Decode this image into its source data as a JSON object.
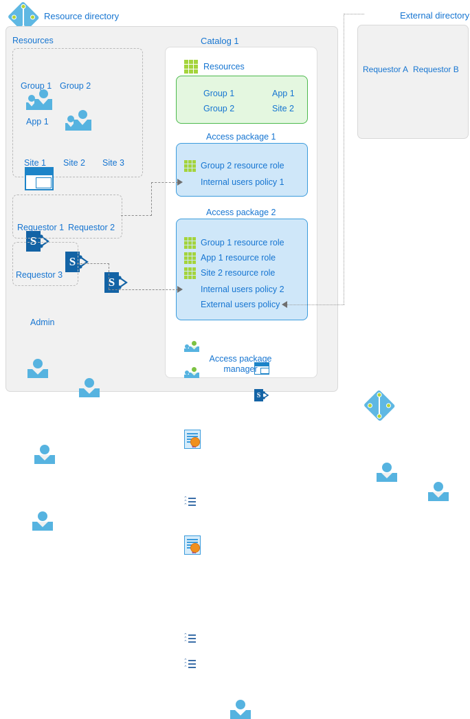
{
  "diagram": {
    "title": "Entitlement management access package overview",
    "colors": {
      "label_blue": "#1675d1",
      "person_blue": "#56b3e0",
      "resource_green_fill": "#e4f7e0",
      "resource_green_border": "#4cb94c",
      "package_blue_fill": "#cfe7f9",
      "package_blue_border": "#3a9bdc",
      "grid_green": "#a4d43c",
      "seal_orange": "#f0901e",
      "bracket_purple": "#8e4fa8",
      "container_gray": "#f1f1f1"
    }
  },
  "resource_directory": {
    "label": "Resource directory",
    "icon": "azure-ad-icon",
    "resources_heading": "Resources",
    "resources": [
      {
        "label": "Group 1",
        "icon": "group-icon"
      },
      {
        "label": "Group 2",
        "icon": "group-icon"
      },
      {
        "label": "App 1",
        "icon": "app-icon"
      },
      {
        "label": "Site 1",
        "icon": "sharepoint-icon"
      },
      {
        "label": "Site 2",
        "icon": "sharepoint-icon"
      },
      {
        "label": "Site 3",
        "icon": "sharepoint-icon"
      }
    ],
    "internal_requestors_group_1": [
      {
        "label": "Requestor 1",
        "icon": "person-icon"
      },
      {
        "label": "Requestor 2",
        "icon": "person-icon"
      }
    ],
    "internal_requestors_group_2": [
      {
        "label": "Requestor 3",
        "icon": "person-icon"
      }
    ],
    "admin": {
      "label": "Admin",
      "icon": "person-icon"
    }
  },
  "catalog": {
    "label": "Catalog 1",
    "icon": "catalog-document-icon",
    "resources_heading": "Resources",
    "resources_heading_icon": "green-grid-icon",
    "resources_left": [
      {
        "label": "Group 1",
        "icon": "group-icon"
      },
      {
        "label": "Group 2",
        "icon": "group-icon"
      }
    ],
    "resources_right": [
      {
        "label": "App 1",
        "icon": "app-icon"
      },
      {
        "label": "Site 2",
        "icon": "sharepoint-icon"
      }
    ],
    "access_packages": [
      {
        "label": "Access package 1",
        "icon": "access-package-icon",
        "items": [
          {
            "label": "Group 2 resource role",
            "icon": "green-grid-icon",
            "type": "resource-role"
          },
          {
            "label": "Internal users policy 1",
            "icon": "policy-list-icon",
            "type": "policy",
            "incoming_arrow": true
          }
        ]
      },
      {
        "label": "Access package 2",
        "icon": "access-package-icon",
        "items": [
          {
            "label": "Group 1 resource role",
            "icon": "green-grid-icon",
            "type": "resource-role"
          },
          {
            "label": "App 1 resource role",
            "icon": "green-grid-icon",
            "type": "resource-role"
          },
          {
            "label": "Site 2 resource role",
            "icon": "green-grid-icon",
            "type": "resource-role"
          },
          {
            "label": "Internal users policy 2",
            "icon": "policy-list-icon",
            "type": "policy",
            "incoming_arrow": true
          },
          {
            "label": "External users policy",
            "icon": "policy-list-icon",
            "type": "policy",
            "incoming_arrow": true
          }
        ]
      }
    ],
    "manager": {
      "label_line1": "Access package",
      "label_line2": "manager",
      "icon": "person-icon"
    }
  },
  "external_directory": {
    "label": "External directory",
    "icon": "azure-ad-icon",
    "requestors": [
      {
        "label": "Requestor A",
        "icon": "person-icon"
      },
      {
        "label": "Requestor B",
        "icon": "person-icon"
      }
    ]
  }
}
